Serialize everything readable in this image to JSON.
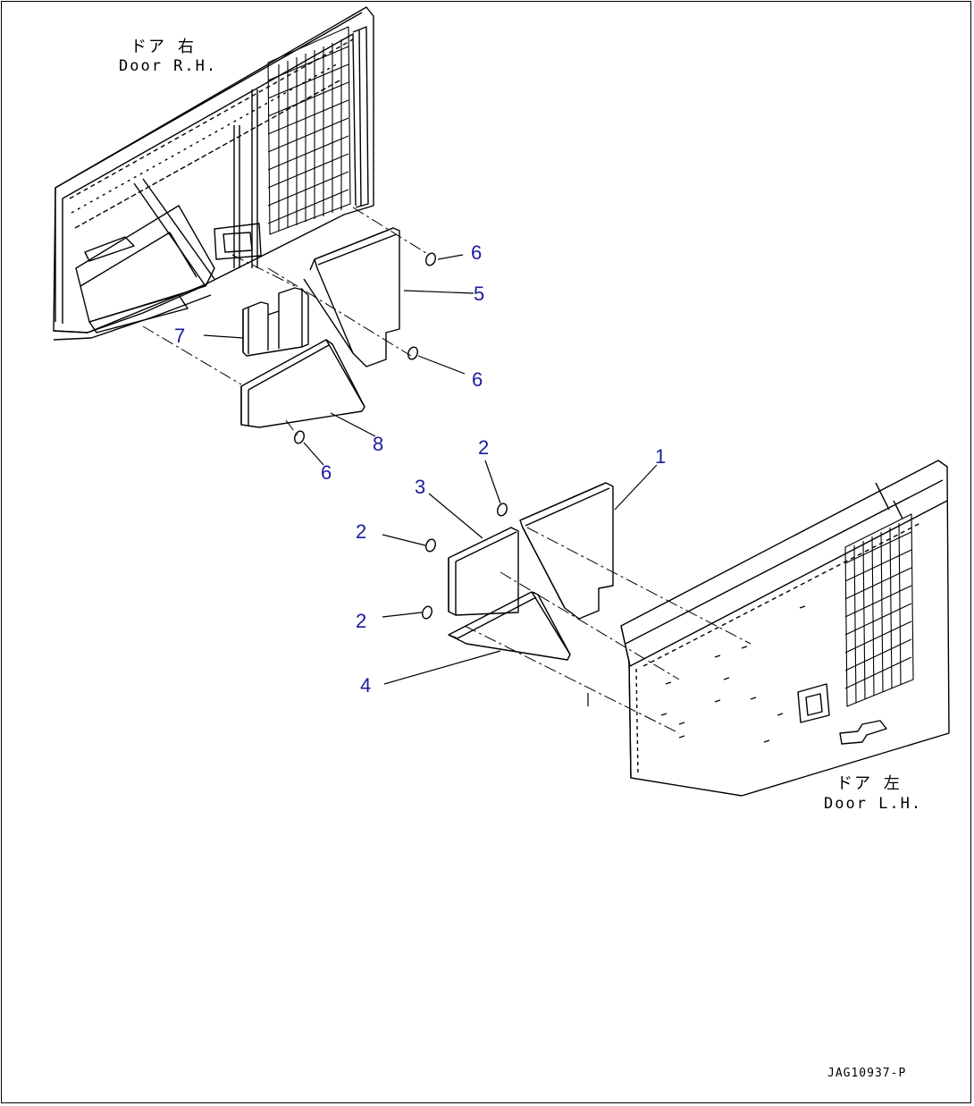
{
  "door_rh": {
    "ja": "ドア 右",
    "en": "Door R.H."
  },
  "door_lh": {
    "ja": "ドア 左",
    "en": "Door L.H."
  },
  "drawing_code": "JAG10937-P",
  "callouts": {
    "c1": "1",
    "c2a": "2",
    "c2b": "2",
    "c2c": "2",
    "c3": "3",
    "c4": "4",
    "c5": "5",
    "c6a": "6",
    "c6b": "6",
    "c6c": "6",
    "c7": "7",
    "c8": "8"
  },
  "colors": {
    "callout": "#1a1aa0",
    "line": "#000000"
  }
}
